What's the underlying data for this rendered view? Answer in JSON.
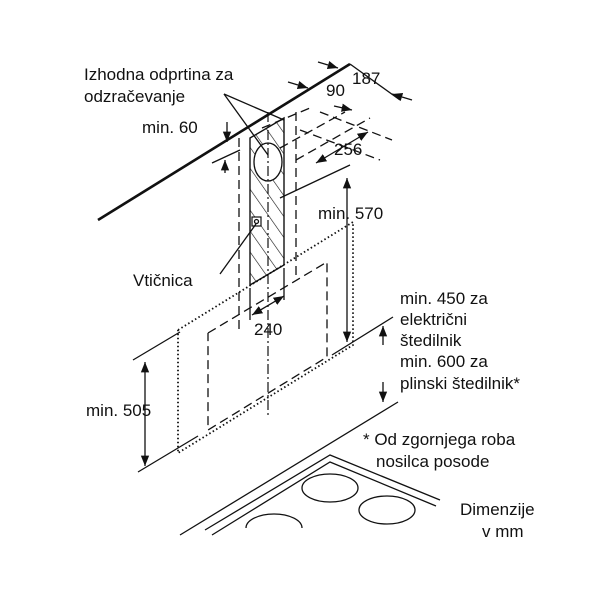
{
  "labels": {
    "outlet_line1": "Izhodna odprtina za",
    "outlet_line2": "odzračevanje",
    "min60": "min. 60",
    "socket": "Vtičnica",
    "min570": "min. 570",
    "dim240": "240",
    "dim187": "187",
    "dim90": "90",
    "dim256": "256",
    "clearance_line1": "min. 450 za",
    "clearance_line2": "električni",
    "clearance_line3": "štedilnik",
    "clearance_line4": "min. 600 za",
    "clearance_line5": "plinski štedilnik*",
    "note_line1": "* Od zgornjega roba",
    "note_line2": "nosilca posode",
    "min505": "min. 505",
    "units_line1": "Dimenzije",
    "units_line2": "v mm"
  }
}
